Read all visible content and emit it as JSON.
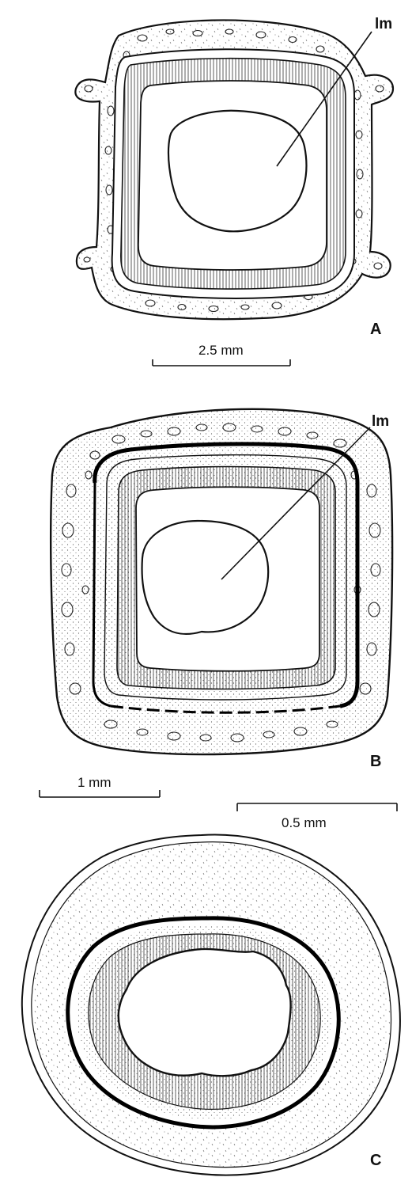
{
  "panels": [
    {
      "letter": "A",
      "pointer_label": "lm",
      "scale_label": "2.5 mm"
    },
    {
      "letter": "B",
      "pointer_label": "lm",
      "scale_label": "1 mm"
    },
    {
      "letter": "C",
      "scale_label": "0.5 mm"
    }
  ],
  "colors": {
    "ink": "#111111",
    "stipple": "#444444",
    "paper": "#ffffff"
  }
}
